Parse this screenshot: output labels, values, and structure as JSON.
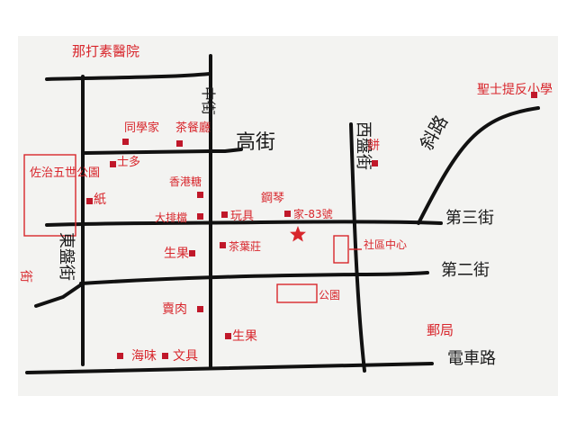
{
  "colors": {
    "road": "#111111",
    "label_red": "#d8262c",
    "marker": "#c0182a",
    "paper": "#f3f3f1"
  },
  "streets": {
    "gao_jie": "高街",
    "di_san_jie": "第三街",
    "di_er_jie": "第二街",
    "dian_che_lu": "電車路",
    "xi_pan_jie": "西盤街",
    "dong_pan_jie": "東盤街",
    "zhong_jie": "中街",
    "xie_lu": "斜路"
  },
  "places": {
    "hospital": "那打素醫院",
    "classmate_home": "同學家",
    "tea_restaurant": "茶餐廳",
    "shi_duo": "士多",
    "zuo_zhi_park": "佐治五世公園",
    "paper_shop": "紙",
    "hk_snack": "香港糖",
    "big_stall": "大排檔",
    "toy": "玩具",
    "piano": "鋼琴",
    "home": "家-83號",
    "fruit_1": "生果",
    "tea_shop": "茶葉莊",
    "community_centre": "社區中心",
    "park": "公園",
    "meat": "賣肉",
    "seafood": "海味",
    "stationery": "文具",
    "fruit_2": "生果",
    "post_office": "郵局",
    "school": "聖士提反小學",
    "baker": "餅",
    "left_edge": "街"
  },
  "icons": {
    "shop": "red-square-marker",
    "home": "red-star-marker"
  }
}
